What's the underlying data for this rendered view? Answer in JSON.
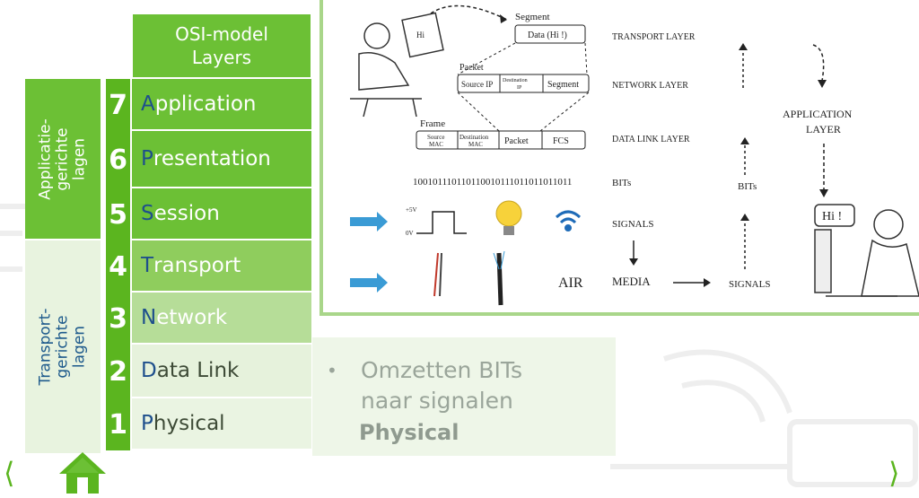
{
  "slide": {
    "header": {
      "line1": "OSI-model",
      "line2": "Layers"
    },
    "groups": {
      "application_group": [
        "Applicatie-",
        "gerichte",
        "lagen"
      ],
      "transport_group": [
        "Transport-",
        "gerichte",
        "lagen"
      ]
    },
    "layers": [
      {
        "num": "7",
        "first": "A",
        "rest": "pplication"
      },
      {
        "num": "6",
        "first": "P",
        "rest": "resentation"
      },
      {
        "num": "5",
        "first": "S",
        "rest": "ession"
      },
      {
        "num": "4",
        "first": "T",
        "rest": "ransport"
      },
      {
        "num": "3",
        "first": "N",
        "rest": "etwork"
      },
      {
        "num": "2",
        "first": "D",
        "rest": "ata Link"
      },
      {
        "num": "1",
        "first": "P",
        "rest": "hysical"
      }
    ],
    "bullet": {
      "line1": "Omzetten BITs",
      "line2": "naar signalen"
    },
    "current_layer_label": "Physical",
    "nav": {
      "prev": "⟨",
      "next": "⟩"
    }
  },
  "diagram": {
    "segment_label": "Segment",
    "segment_box": "Data (Hi !)",
    "packet_label": "Packet",
    "packet_fields": [
      "Source IP",
      "Destination",
      "IP",
      "Segment"
    ],
    "frame_label": "Frame",
    "frame_fields": [
      "Source",
      "MAC",
      "Destination",
      "MAC",
      "Packet",
      "FCS"
    ],
    "bits_string": "100101110110110010111011011011011",
    "voltage_high": "+5V",
    "voltage_low": "0V",
    "air": "AIR",
    "media": "MEDIA",
    "layer_labels": [
      "TRANSPORT LAYER",
      "NETWORK LAYER",
      "DATA LINK LAYER",
      "BITs",
      "SIGNALS"
    ],
    "right_bits": "BITs",
    "right_signals": "SIGNALS",
    "app_layer": [
      "APPLICATION",
      "LAYER"
    ],
    "speech": "Hi !",
    "screen_text": "Hi"
  },
  "colors": {
    "green": "#6cc035",
    "dark_green": "#5bb51f",
    "blue_letter": "#1e4f8c",
    "arrow_blue": "#3a9bd5"
  }
}
